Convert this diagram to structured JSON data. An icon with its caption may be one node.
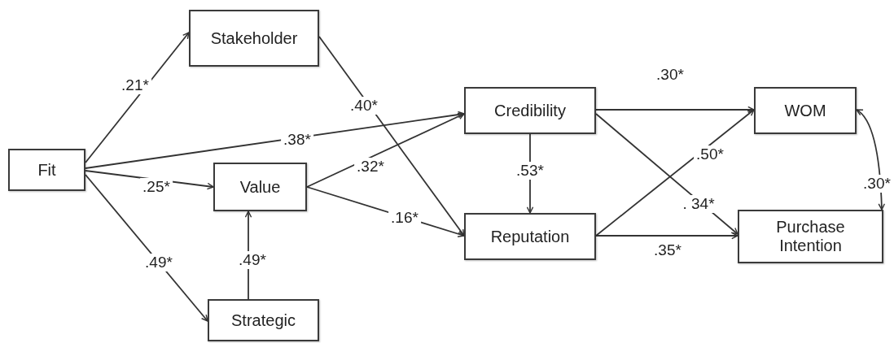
{
  "diagram": {
    "nodes": [
      {
        "text": [
          "Fit"
        ]
      },
      {
        "text": [
          "Stakeholder"
        ]
      },
      {
        "text": [
          "Value"
        ]
      },
      {
        "text": [
          "Strategic"
        ]
      },
      {
        "text": [
          "Credibility"
        ]
      },
      {
        "text": [
          "Reputation"
        ]
      },
      {
        "text": [
          "WOM"
        ]
      },
      {
        "text": [
          "Purchase Intention"
        ]
      }
    ],
    "edges": [
      {
        "from": 0,
        "to": 1,
        "arrow": "to",
        "label": ".21*"
      },
      {
        "from": 0,
        "to": 4,
        "arrow": "to",
        "label": ".38*"
      },
      {
        "from": 0,
        "to": 2,
        "arrow": "to",
        "label": ".25*"
      },
      {
        "from": 0,
        "to": 3,
        "arrow": "to",
        "label": ".49*"
      },
      {
        "from": 3,
        "to": 2,
        "arrow": "to",
        "label": ".49*"
      },
      {
        "from": 1,
        "to": 5,
        "arrow": "to",
        "label": ".40*"
      },
      {
        "from": 2,
        "to": 4,
        "arrow": "to",
        "label": ".32*"
      },
      {
        "from": 2,
        "to": 5,
        "arrow": "to",
        "label": ".16*"
      },
      {
        "from": 4,
        "to": 5,
        "arrow": "to",
        "label": ".53*"
      },
      {
        "from": 4,
        "to": 6,
        "arrow": "to",
        "label": ".30*"
      },
      {
        "from": 4,
        "to": 7,
        "arrow": "to",
        "label": ". 34*"
      },
      {
        "from": 5,
        "to": 6,
        "arrow": "to",
        "label": ".50*"
      },
      {
        "from": 5,
        "to": 7,
        "arrow": "to",
        "label": ".35*"
      },
      {
        "from": 6,
        "to": 7,
        "arrow": "both",
        "label": ".30*"
      }
    ]
  }
}
